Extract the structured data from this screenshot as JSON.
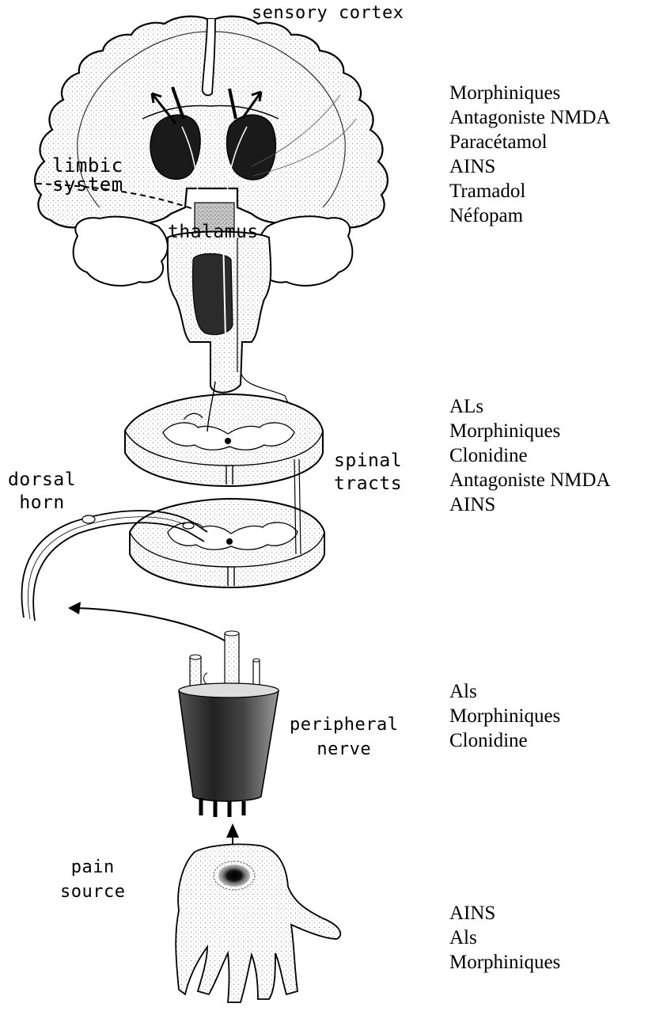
{
  "labels": {
    "sensory_cortex": "sensory cortex",
    "limbic_system": [
      "limbic",
      "system"
    ],
    "thalamus": "thalamus",
    "dorsal_horn": [
      "dorsal",
      "horn"
    ],
    "spinal_tracts": [
      "spinal",
      "tracts"
    ],
    "peripheral_nerve": [
      "peripheral",
      "nerve"
    ],
    "pain_source": [
      "pain",
      "source"
    ]
  },
  "drug_groups": {
    "brain": [
      "Morphiniques",
      "Antagoniste NMDA",
      "Paracétamol",
      "AINS",
      "Tramadol",
      "Néfopam"
    ],
    "spinal": [
      "ALs",
      "Morphiniques",
      "Clonidine",
      "Antagoniste NMDA",
      "AINS"
    ],
    "nerve": [
      "Als",
      "Morphiniques",
      "Clonidine"
    ],
    "periphery": [
      "AINS",
      "Als",
      "Morphiniques"
    ]
  }
}
